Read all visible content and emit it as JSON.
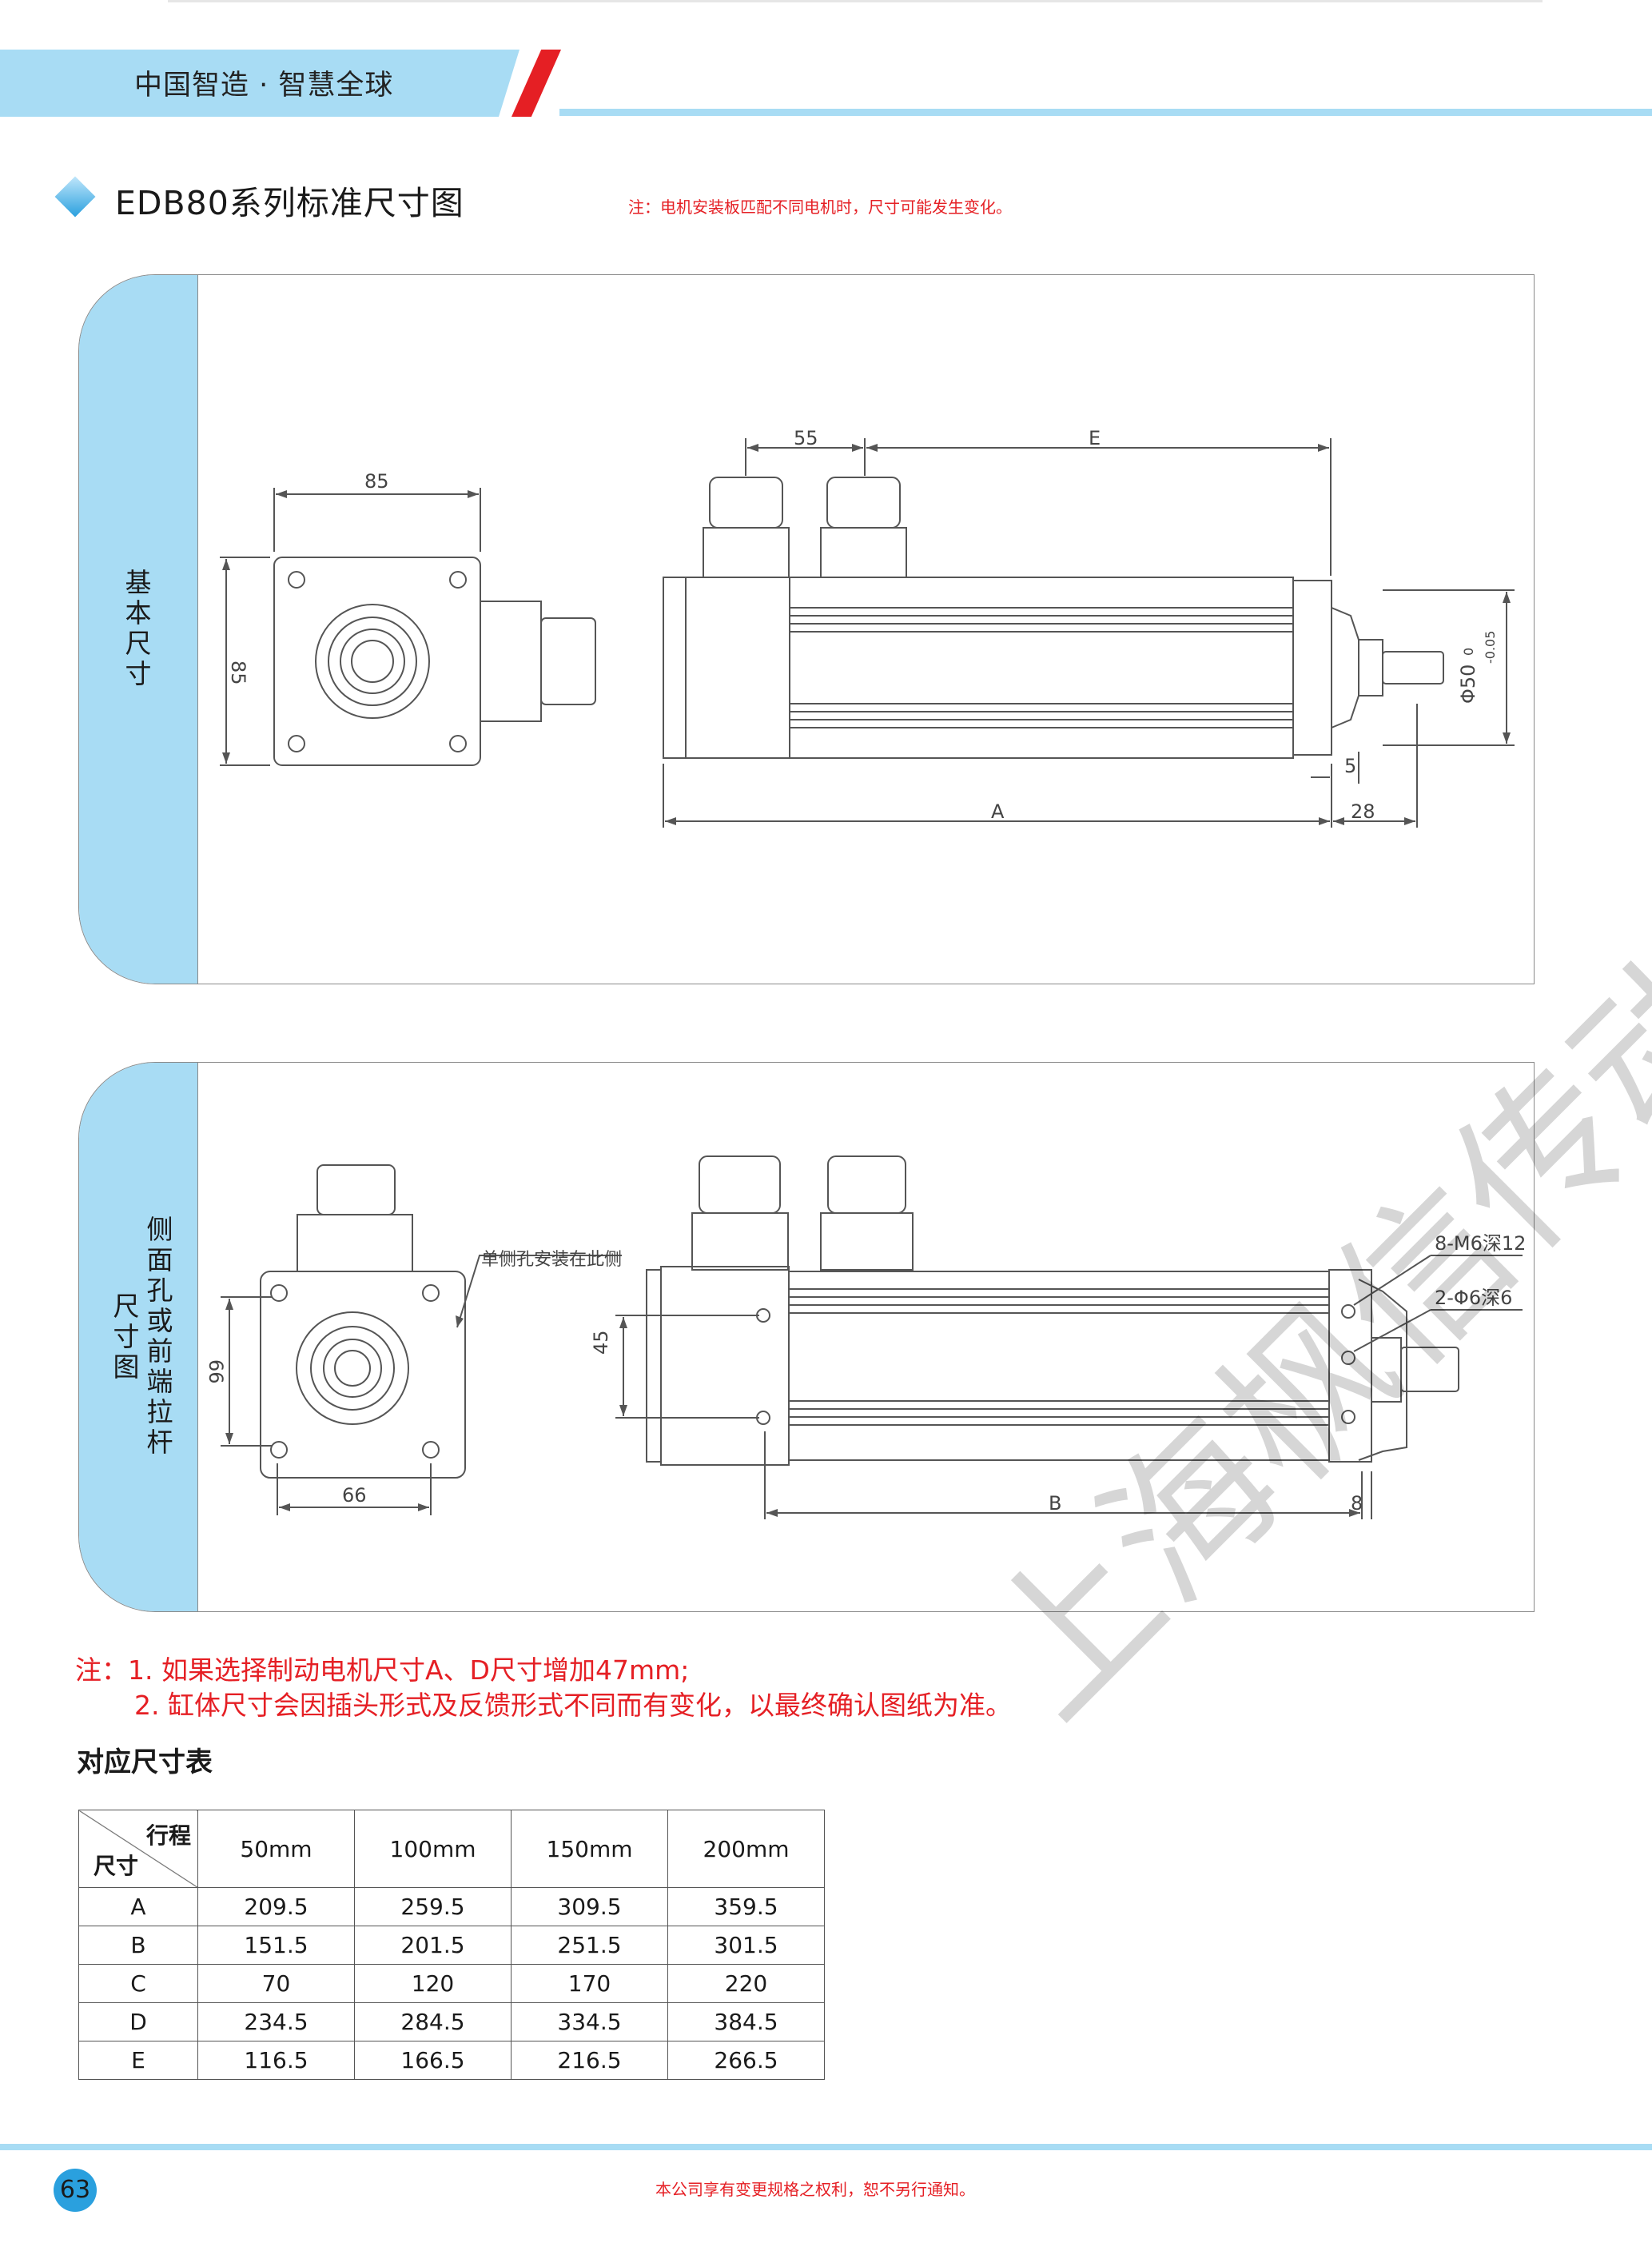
{
  "header": {
    "slogan": "中国智造 · 智慧全球"
  },
  "section": {
    "title": "EDB80系列标准尺寸图",
    "note": "注：电机安装板匹配不同电机时，尺寸可能发生变化。"
  },
  "panel1": {
    "label_chars": [
      "基",
      "本",
      "尺",
      "寸"
    ],
    "dims": {
      "w85": "85",
      "h85": "85",
      "d55": "55",
      "dE": "E",
      "dA": "A",
      "d28": "28",
      "d5": "5",
      "phi": "Φ50",
      "tol_up": "0",
      "tol_down": "-0.05"
    }
  },
  "panel2": {
    "label_col1": [
      "侧",
      "面",
      "孔",
      "或",
      "前",
      "端",
      "拉",
      "杆"
    ],
    "label_col2": [
      "尺",
      "寸",
      "图"
    ],
    "dims": {
      "h66": "66",
      "w66": "66",
      "d45": "45",
      "dB": "B",
      "d8": "8",
      "holes1": "8-M6深12",
      "holes2": "2-Φ6深6",
      "side_note": "单侧孔安装在此侧"
    }
  },
  "notes": {
    "line1": "注：1. 如果选择制动电机尺寸A、D尺寸增加47mm;",
    "line2": "2. 缸体尺寸会因插头形式及反馈形式不同而有变化，以最终确认图纸为准。"
  },
  "table": {
    "title": "对应尺寸表",
    "corner_top": "行程",
    "corner_bottom": "尺寸",
    "columns": [
      "50mm",
      "100mm",
      "150mm",
      "200mm"
    ],
    "rows": [
      {
        "name": "A",
        "values": [
          "209.5",
          "259.5",
          "309.5",
          "359.5"
        ]
      },
      {
        "name": "B",
        "values": [
          "151.5",
          "201.5",
          "251.5",
          "301.5"
        ]
      },
      {
        "name": "C",
        "values": [
          "70",
          "120",
          "170",
          "220"
        ]
      },
      {
        "name": "D",
        "values": [
          "234.5",
          "284.5",
          "334.5",
          "384.5"
        ]
      },
      {
        "name": "E",
        "values": [
          "116.5",
          "166.5",
          "216.5",
          "266.5"
        ]
      }
    ]
  },
  "watermark": "上海枫信传动",
  "footer": {
    "page_number": "63",
    "copyright": "本公司享有变更规格之权利，恕不另行通知。"
  }
}
